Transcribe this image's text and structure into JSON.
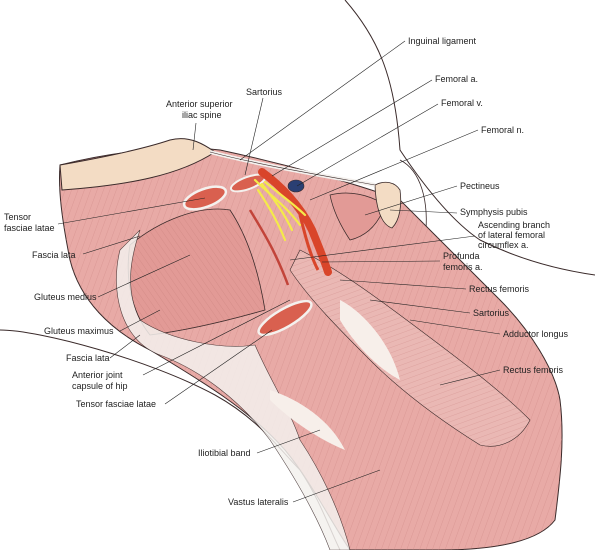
{
  "labels": {
    "inguinal_ligament": "Inguinal ligament",
    "femoral_a": "Femoral a.",
    "femoral_v": "Femoral v.",
    "femoral_n": "Femoral n.",
    "sartorius_top": "Sartorius",
    "asis_line1": "Anterior superior",
    "asis_line2": "iliac spine",
    "pectineus": "Pectineus",
    "symphysis_pubis": "Symphysis pubis",
    "ascending_line1": "Ascending branch",
    "ascending_line2": "of lateral femoral",
    "ascending_line3": "circumflex a.",
    "profunda_line1": "Profunda",
    "profunda_line2": "femoris a.",
    "rectus_femoris_mid": "Rectus femoris",
    "sartorius_right": "Sartorius",
    "adductor_longus": "Adductor longus",
    "rectus_femoris_low": "Rectus femoris",
    "tfl_left_line1": "Tensor",
    "tfl_left_line2": "fasciae latae",
    "fascia_lata_upper": "Fascia lata",
    "gluteus_medius": "Gluteus medius",
    "gluteus_maximus": "Gluteus maximus",
    "fascia_lata_lower": "Fascia lata",
    "joint_line1": "Anterior joint",
    "joint_line2": "capsule of hip",
    "tfl_bottom": "Tensor fasciae latae",
    "iliotibial_band": "Iliotibial band",
    "vastus_lateralis": "Vastus lateralis"
  },
  "colors": {
    "muscle": "#e8aaa6",
    "muscle_dark": "#d98d8a",
    "muscle_light": "#f2c9c5",
    "bone": "#f3dcc4",
    "artery": "#d9452a",
    "vein": "#2a3f73",
    "nerve": "#f4ea4a",
    "fascia": "#f4f1ee",
    "outline": "#3a2a2a"
  }
}
